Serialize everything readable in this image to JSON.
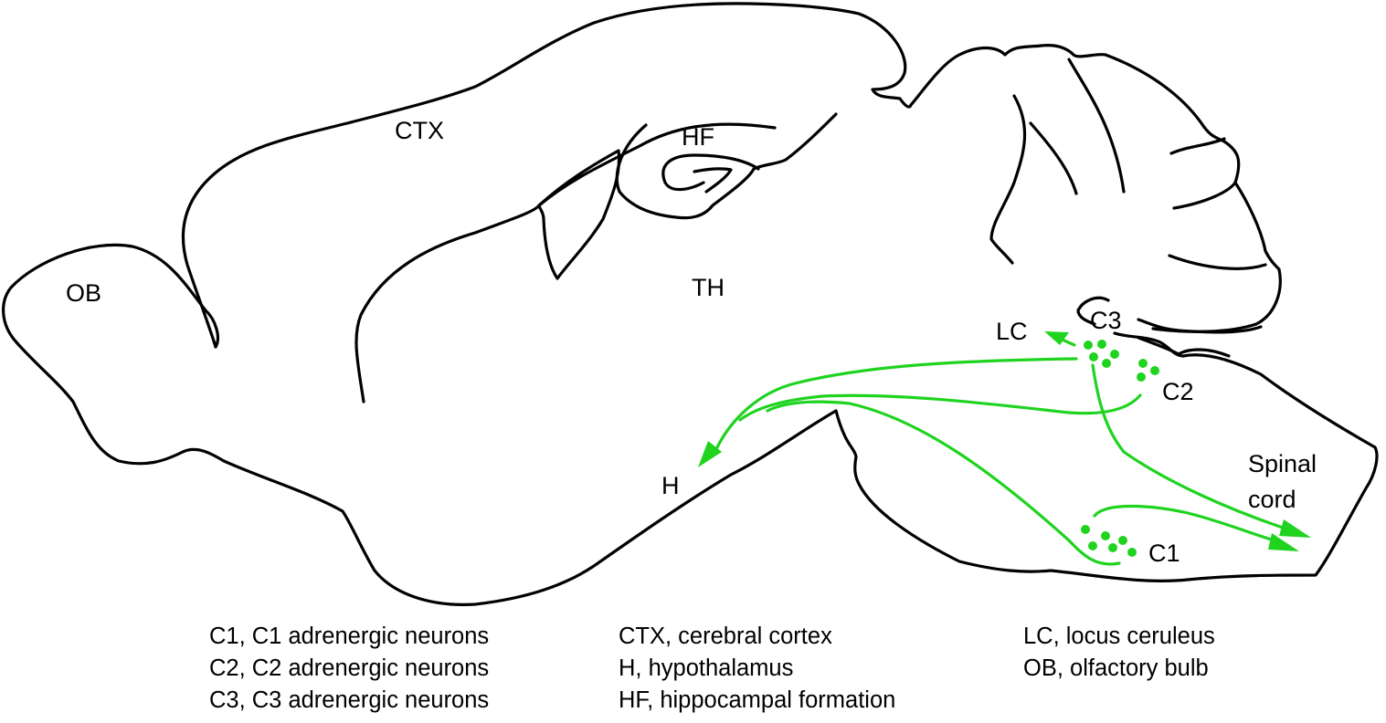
{
  "figure": {
    "type": "sagittal brain schematic",
    "accent_color": "#1fd31f",
    "outline_color": "#000000"
  },
  "regions": {
    "ctx": "CTX",
    "hf": "HF",
    "ob": "OB",
    "th": "TH",
    "lc": "LC",
    "c3": "C3",
    "c2": "C2",
    "h": "H",
    "c1": "C1",
    "spinal_line1": "Spinal",
    "spinal_line2": "cord"
  },
  "projections": [
    {
      "from": "C3",
      "to": "LC"
    },
    {
      "from": "C3",
      "to": "H"
    },
    {
      "from": "C2",
      "to": "H"
    },
    {
      "from": "C1",
      "to": "H"
    },
    {
      "from": "C3",
      "to": "Spinal cord"
    },
    {
      "from": "C1",
      "to": "Spinal cord"
    }
  ],
  "legend": {
    "col1": [
      "C1, C1 adrenergic neurons",
      "C2, C2 adrenergic neurons",
      "C3, C3 adrenergic neurons"
    ],
    "col2": [
      "CTX, cerebral cortex",
      "H, hypothalamus",
      "HF, hippocampal formation"
    ],
    "col3": [
      "LC, locus ceruleus",
      "OB, olfactory bulb"
    ]
  }
}
